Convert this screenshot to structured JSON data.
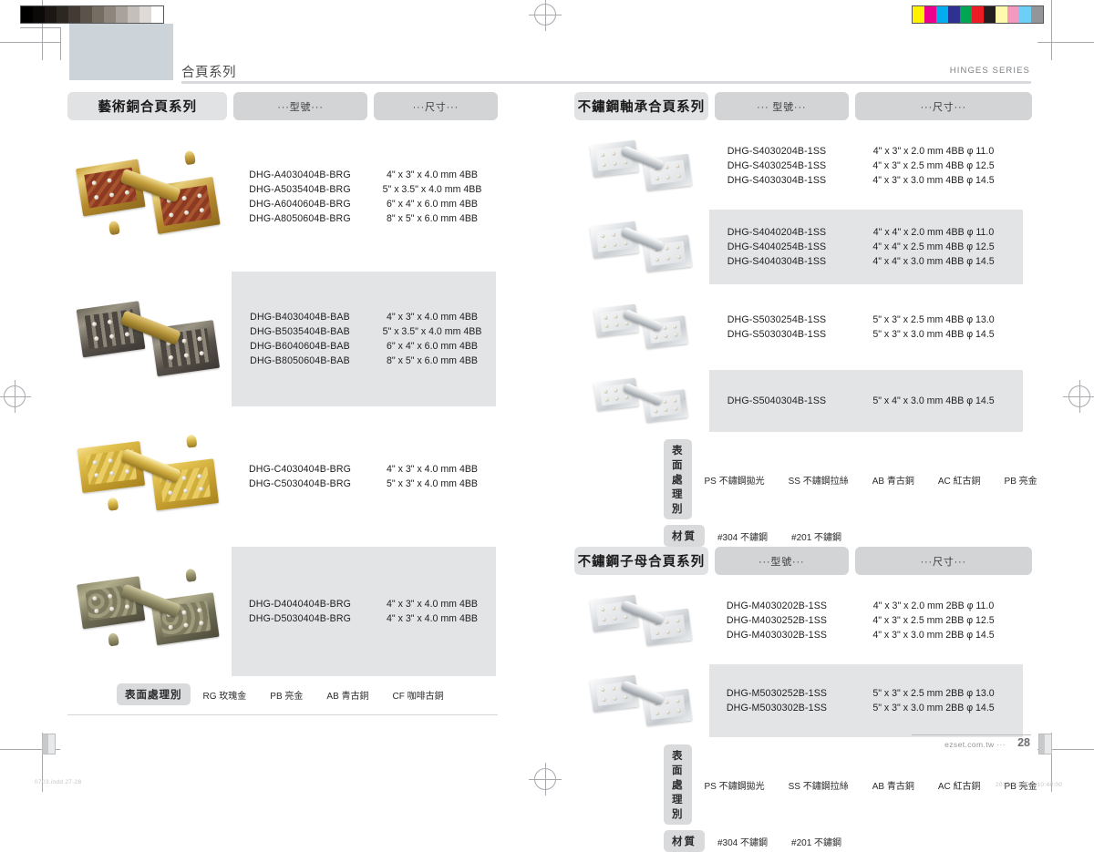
{
  "page": {
    "header_title_zh": "合頁系列",
    "header_title_en": "HINGES SERIES",
    "page_number": "28",
    "footer_site": "ezset.com.tw ···",
    "print_file": "0703.indd   27-28",
    "print_date": "2017/7/3   下午 10:48:00"
  },
  "swatches": {
    "gray_scale": [
      "#000000",
      "#0c0a08",
      "#1c1713",
      "#2d2722",
      "#433b33",
      "#5b524a",
      "#756c62",
      "#8e867c",
      "#a9a29a",
      "#c4bfb8",
      "#dedad5",
      "#ffffff"
    ],
    "cmyk": [
      "#fff200",
      "#ec008c",
      "#00aeef",
      "#2e3192",
      "#00a651",
      "#ed1c24",
      "#231f20",
      "#fff9ae",
      "#f49ac1",
      "#6dcff6",
      "#939598"
    ]
  },
  "sections": [
    {
      "id": "art-brass",
      "title": "藝術銅合頁系列",
      "col_model": "···型號···",
      "col_size": "···尺寸···",
      "groups": [
        {
          "shaded": false,
          "art": "ornate-red-gold",
          "codes": [
            "DHG-A4030404B-BRG",
            "DHG-A5035404B-BRG",
            "DHG-A6040604B-BRG",
            "DHG-A8050604B-BRG"
          ],
          "sizes": [
            "4\" x 3\" x 4.0 mm 4BB",
            "5\" x 3.5\" x 4.0 mm 4BB",
            "6\" x 4\" x 6.0 mm 4BB",
            "8\" x 5\" x 6.0 mm 4BB"
          ]
        },
        {
          "shaded": true,
          "art": "greek-key-bronze",
          "codes": [
            "DHG-B4030404B-BAB",
            "DHG-B5035404B-BAB",
            "DHG-B6040604B-BAB",
            "DHG-B8050604B-BAB"
          ],
          "sizes": [
            "4\" x 3\" x 4.0 mm 4BB",
            "5\" x 3.5\" x 4.0 mm 4BB",
            "6\" x 4\" x 6.0 mm 4BB",
            "8\" x 5\" x 6.0 mm 4BB"
          ]
        },
        {
          "shaded": false,
          "art": "polished-gold-floral",
          "codes": [
            "DHG-C4030404B-BRG",
            "DHG-C5030404B-BRG"
          ],
          "sizes": [
            "4\" x 3\" x 4.0 mm 4BB",
            "5\" x 3\" x 4.0 mm 4BB"
          ]
        },
        {
          "shaded": true,
          "art": "antique-floral-green",
          "codes": [
            "DHG-D4040404B-BRG",
            "DHG-D5030404B-BRG"
          ],
          "sizes": [
            "4\" x 3\" x 4.0 mm 4BB",
            "4\" x 3\" x 4.0 mm 4BB"
          ]
        }
      ],
      "legends": [
        {
          "label": "表面處理別",
          "options": [
            "RG 玫瑰金",
            "PB 亮金",
            "AB 青古銅",
            "CF 咖啡古銅"
          ]
        }
      ]
    },
    {
      "id": "ss-bearing",
      "title": "不鏽鋼軸承合頁系列",
      "col_model": "··· 型號···",
      "col_size": "···尺寸···",
      "groups": [
        {
          "shaded": false,
          "art": "ss-hinge",
          "codes": [
            "DHG-S4030204B-1SS",
            "DHG-S4030254B-1SS",
            "DHG-S4030304B-1SS"
          ],
          "sizes": [
            "4\" x 3\" x 2.0 mm 4BB φ 11.0",
            "4\" x 3\" x 2.5 mm 4BB φ 12.5",
            "4\" x 3\" x 3.0 mm 4BB φ 14.5"
          ]
        },
        {
          "shaded": true,
          "art": "ss-hinge",
          "codes": [
            "DHG-S4040204B-1SS",
            "DHG-S4040254B-1SS",
            "DHG-S4040304B-1SS"
          ],
          "sizes": [
            "4\" x 4\" x 2.0 mm 4BB φ 11.0",
            "4\" x 4\" x 2.5 mm 4BB φ 12.5",
            "4\" x 4\" x 3.0 mm 4BB φ 14.5"
          ]
        },
        {
          "shaded": false,
          "art": "ss-hinge",
          "codes": [
            "DHG-S5030254B-1SS",
            "DHG-S5030304B-1SS"
          ],
          "sizes": [
            "5\" x 3\" x 2.5 mm 4BB φ 13.0",
            "5\" x 3\" x 3.0 mm 4BB φ 14.5"
          ]
        },
        {
          "shaded": true,
          "art": "ss-hinge",
          "codes": [
            "DHG-S5040304B-1SS"
          ],
          "sizes": [
            "5\" x 4\" x 3.0 mm 4BB φ 14.5"
          ]
        }
      ],
      "legends": [
        {
          "label": "表面處理別",
          "options": [
            "PS 不鏽鋼拋光",
            "SS 不鏽鋼拉絲",
            "AB 青古銅",
            "AC 紅古銅",
            "PB 亮金"
          ]
        },
        {
          "label": "材質",
          "options": [
            "#304 不鏽鋼",
            "#201 不鏽鋼"
          ]
        }
      ]
    },
    {
      "id": "ss-parliament",
      "title": "不鏽鋼子母合頁系列",
      "col_model": "···型號···",
      "col_size": "···尺寸···",
      "groups": [
        {
          "shaded": false,
          "art": "ss-parliament",
          "codes": [
            "DHG-M4030202B-1SS",
            "DHG-M4030252B-1SS",
            "DHG-M4030302B-1SS"
          ],
          "sizes": [
            "4\" x 3\" x 2.0 mm 2BB φ 11.0",
            "4\" x 3\" x 2.5 mm 2BB φ 12.5",
            "4\" x 3\" x 3.0 mm 2BB φ 14.5"
          ]
        },
        {
          "shaded": true,
          "art": "ss-parliament",
          "codes": [
            "DHG-M5030252B-1SS",
            "DHG-M5030302B-1SS"
          ],
          "sizes": [
            "5\" x 3\" x 2.5 mm 2BB φ 13.0",
            "5\" x 3\" x 3.0 mm 2BB φ 14.5"
          ]
        }
      ],
      "legends": [
        {
          "label": "表面處理別",
          "options": [
            "PS 不鏽鋼拋光",
            "SS 不鏽鋼拉絲",
            "AB 青古銅",
            "AC 紅古銅",
            "PB 亮金"
          ]
        },
        {
          "label": "材質",
          "options": [
            "#304 不鏽鋼",
            "#201 不鏽鋼"
          ]
        }
      ]
    }
  ]
}
